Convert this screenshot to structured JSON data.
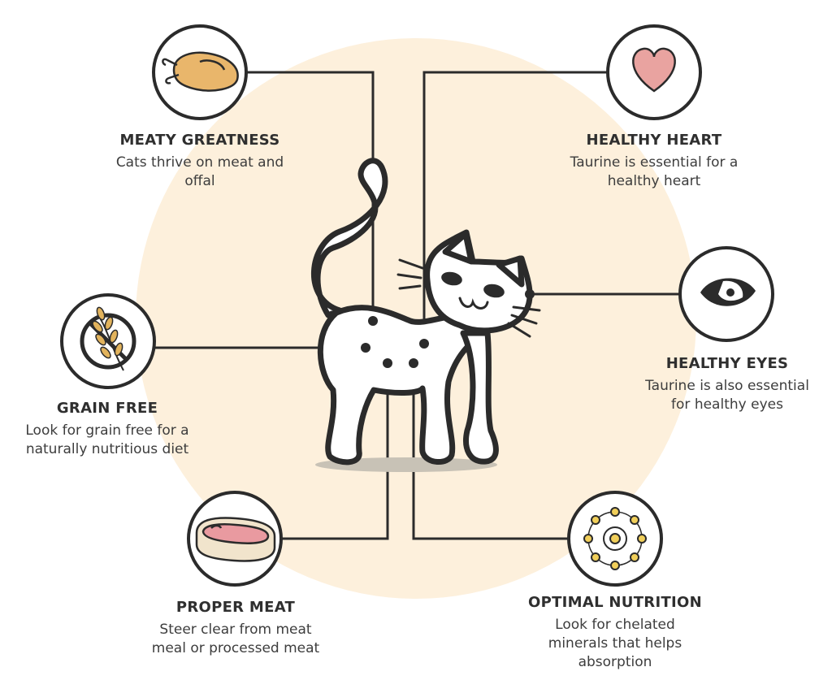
{
  "colors": {
    "background_circle": "#fdf0dc",
    "line": "#2b2b2b",
    "icon_ring": "#2b2b2b",
    "cat_fill": "#ffffff",
    "cat_shadow": "#c8c2b6",
    "heart": "#e9a3a0",
    "chicken": "#e9b66b",
    "meat": "#e99aa0",
    "nutrient": "#f1cf5a"
  },
  "features": [
    {
      "id": "meaty",
      "icon": "roast-chicken-icon",
      "title": "MEATY GREATNESS",
      "desc_line1": "Cats thrive on meat and",
      "desc_line2": "offal"
    },
    {
      "id": "heart",
      "icon": "heart-icon",
      "title": "HEALTHY HEART",
      "desc_line1": "Taurine is essential for a",
      "desc_line2": "healthy heart"
    },
    {
      "id": "eyes",
      "icon": "eye-icon",
      "title": "HEALTHY EYES",
      "desc_line1": "Taurine is also essential",
      "desc_line2": "for healthy eyes"
    },
    {
      "id": "grain",
      "icon": "no-grain-icon",
      "title": "GRAIN FREE",
      "desc_line1": "Look for grain free for a",
      "desc_line2": "naturally nutritious diet"
    },
    {
      "id": "meat",
      "icon": "steak-icon",
      "title": "PROPER MEAT",
      "desc_line1": "Steer clear from meat",
      "desc_line2": "meal or processed meat"
    },
    {
      "id": "nutri",
      "icon": "chelated-minerals-icon",
      "title": "OPTIMAL NUTRITION",
      "desc_line1": "Look for chelated",
      "desc_line2": "minerals that helps",
      "desc_line3": "absorption"
    }
  ]
}
